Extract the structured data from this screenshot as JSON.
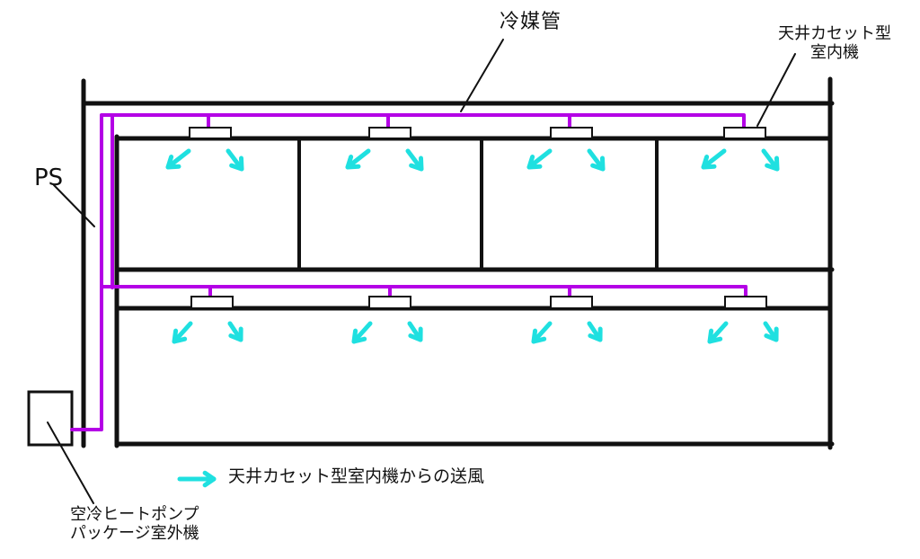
{
  "labels": {
    "refrigerant_pipe": "冷媒管",
    "cassette_unit_line1": "天井カセット型",
    "cassette_unit_line2": "室内機",
    "ps": "PS",
    "outdoor_unit_line1": "空冷ヒートポンプ",
    "outdoor_unit_line2": "パッケージ室外機",
    "legend": "天井カセット型室内機からの送風"
  },
  "colors": {
    "pipe": "#b400e6",
    "airflow": "#1fe0e0",
    "structure": "#111111"
  }
}
